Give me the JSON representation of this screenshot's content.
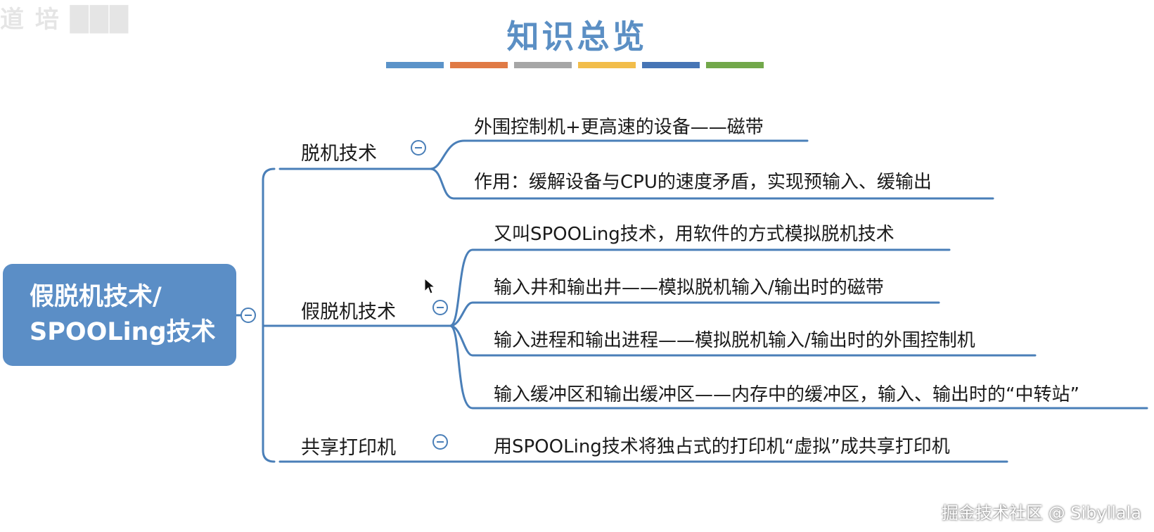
{
  "header": {
    "title": "知识总览",
    "color_bars": [
      "#5b93c9",
      "#e07a45",
      "#a6a6a6",
      "#f2bd4a",
      "#4675b5",
      "#72a84a"
    ]
  },
  "root": {
    "line1": "假脱机技术/",
    "line2": "SPOOLing技术"
  },
  "branches": [
    {
      "label": "脱机技术",
      "children": [
        "外围控制机+更高速的设备——磁带",
        "作用：缓解设备与CPU的速度矛盾，实现预输入、缓输出"
      ]
    },
    {
      "label": "假脱机技术",
      "children": [
        "又叫SPOOLing技术，用软件的方式模拟脱机技术",
        "输入井和输出井——模拟脱机输入/输出时的磁带",
        "输入进程和输出进程——模拟脱机输入/输出时的外围控制机",
        "输入缓冲区和输出缓冲区——内存中的缓冲区，输入、输出时的“中转站”"
      ]
    },
    {
      "label": "共享打印机",
      "children": [
        "用SPOOLing技术将独占式的打印机“虚拟”成共享打印机"
      ]
    }
  ],
  "footer": {
    "watermark": "掘金技术社区 @ Sibyllala"
  },
  "colors": {
    "accent": "#5b8ec6",
    "line": "#4a7fb8"
  }
}
